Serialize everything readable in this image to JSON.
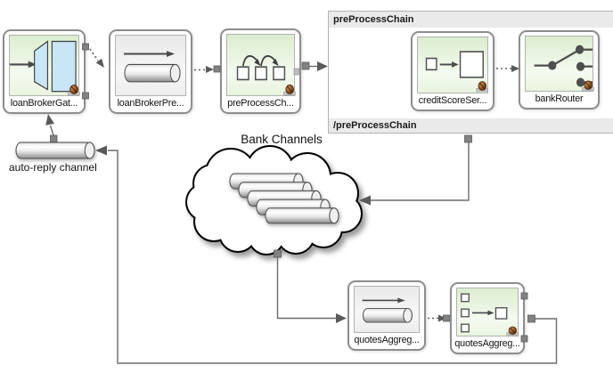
{
  "nodes": {
    "gateway": {
      "label": "loanBrokerGat...",
      "icon": "gateway-icon"
    },
    "bridge": {
      "label": "loanBrokerPre...",
      "icon": "channel-icon"
    },
    "chain": {
      "label": "preProcessCh...",
      "icon": "chain-icon"
    },
    "credit": {
      "label": "creditScoreSer...",
      "icon": "service-activator-icon"
    },
    "router": {
      "label": "bankRouter",
      "icon": "router-icon"
    },
    "quotes_channel": {
      "label": "quotesAggreg...",
      "icon": "channel-icon"
    },
    "aggregator": {
      "label": "quotesAggreg...",
      "icon": "aggregator-icon"
    }
  },
  "container": {
    "label_open": "preProcessChain",
    "label_close": "/preProcessChain"
  },
  "channel": {
    "label": "auto-reply channel"
  },
  "cloud": {
    "label": "Bank Channels",
    "cylinders": 5
  },
  "colors": {
    "node_border": "#8d8d8d",
    "green_top": "#dcedd0",
    "gray_top": "#e9e9e9",
    "gateway_blue": "#c9e6f7",
    "bean_brown": "#7a431a",
    "connector": "#666666",
    "band_bg": "#eaeaea"
  }
}
